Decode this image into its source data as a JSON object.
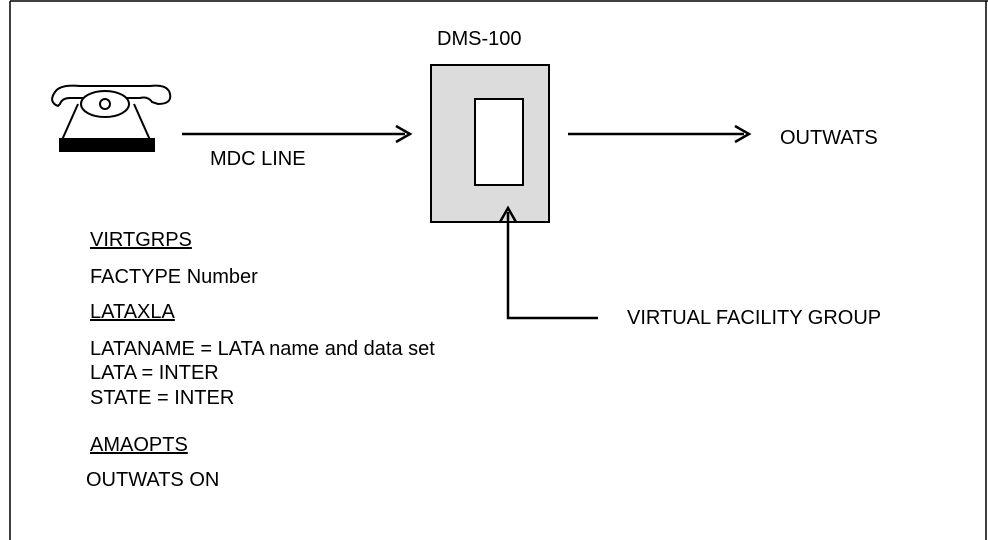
{
  "diagram": {
    "switch_label": "DMS-100",
    "line_label": "MDC LINE",
    "trunk_label": "OUTWATS",
    "vfg_label": "VIRTUAL FACILITY GROUP"
  },
  "tables": [
    {
      "name": "VIRTGRPS",
      "lines": [
        "FACTYPE Number"
      ]
    },
    {
      "name": "LATAXLA",
      "lines": [
        "LATANAME = LATA name and data set",
        "LATA = INTER",
        "STATE = INTER"
      ]
    },
    {
      "name": "AMAOPTS",
      "lines": [
        "OUTWATS ON"
      ]
    }
  ],
  "colors": {
    "switch_fill": "#dcdcdc",
    "stroke": "#000000"
  }
}
